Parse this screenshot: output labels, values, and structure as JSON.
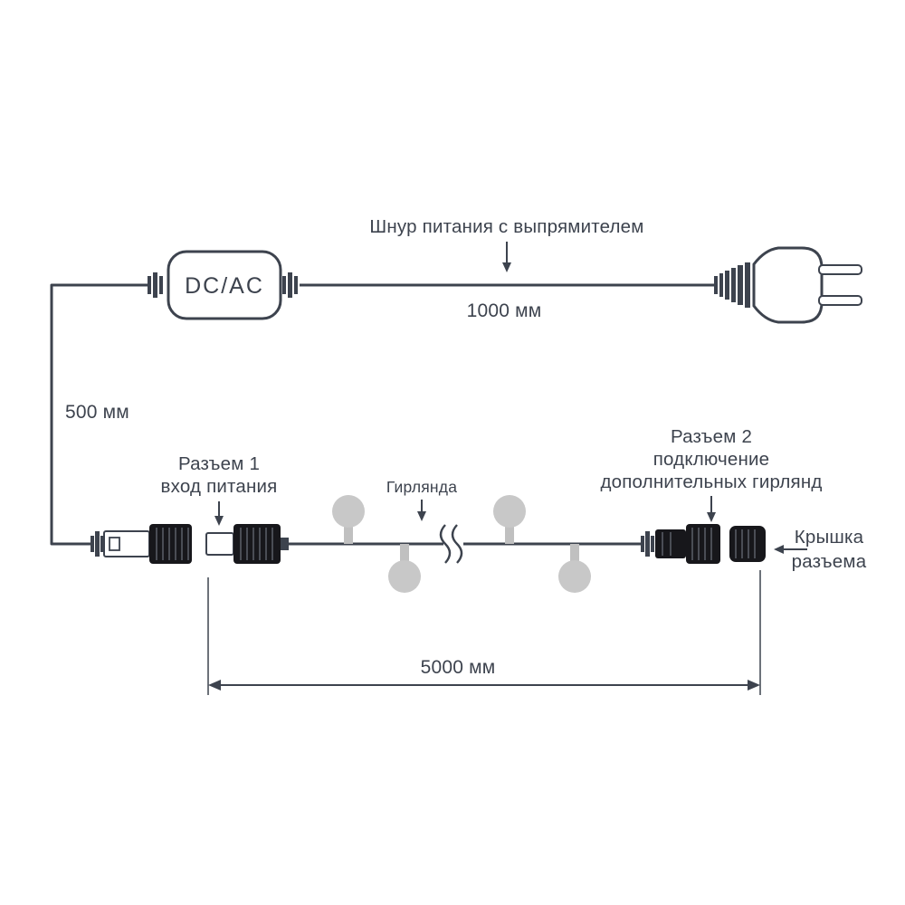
{
  "labels": {
    "power_cord": "Шнур питания с выпрямителем",
    "power_cord_length": "1000 мм",
    "converter": "DC/AC",
    "lead_length": "500 мм",
    "connector1_line1": "Разъем 1",
    "connector1_line2": "вход питания",
    "garland": "Гирлянда",
    "connector2_line1": "Разъем 2",
    "connector2_line2": "подключение",
    "connector2_line3": "дополнительных гирлянд",
    "cap_line1": "Крышка",
    "cap_line2": "разъема",
    "garland_length": "5000 мм"
  },
  "colors": {
    "line": "#3d434e",
    "text": "#3d434e",
    "bulb": "#c8c8c8",
    "bulb_stem": "#c0c0c0",
    "connector": "#17171b",
    "background": "#ffffff"
  }
}
